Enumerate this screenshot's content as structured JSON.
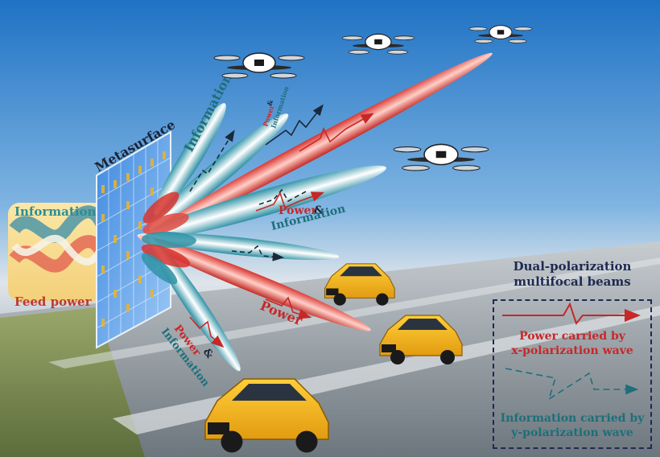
{
  "labels": {
    "metasurface": "Metasurface",
    "information_top": "Information",
    "info_input": "Information",
    "feed_power": "Feed power",
    "beam_combo_small_power": "Power",
    "beam_combo_small_amp": "&",
    "beam_combo_small_info": "Information",
    "beam_combo_mid_power": "Power",
    "beam_combo_mid_amp": "&",
    "beam_combo_mid_info": "Information",
    "beam_power": "Power",
    "beam_combo_low_power": "Power",
    "beam_combo_low_amp": "&",
    "beam_combo_low_info": "Information"
  },
  "legend": {
    "title_line1": "Dual-polarization",
    "title_line2": "multifocal beams",
    "power_line1": "Power carried by",
    "power_line2": "x-polarization wave",
    "info_line1": "Information carried by",
    "info_line2": "y-polarization wave"
  },
  "colors": {
    "power": "#c62828",
    "information": "#1d6f7a",
    "legend_border": "#1f2a52",
    "car": "#f0b323"
  }
}
